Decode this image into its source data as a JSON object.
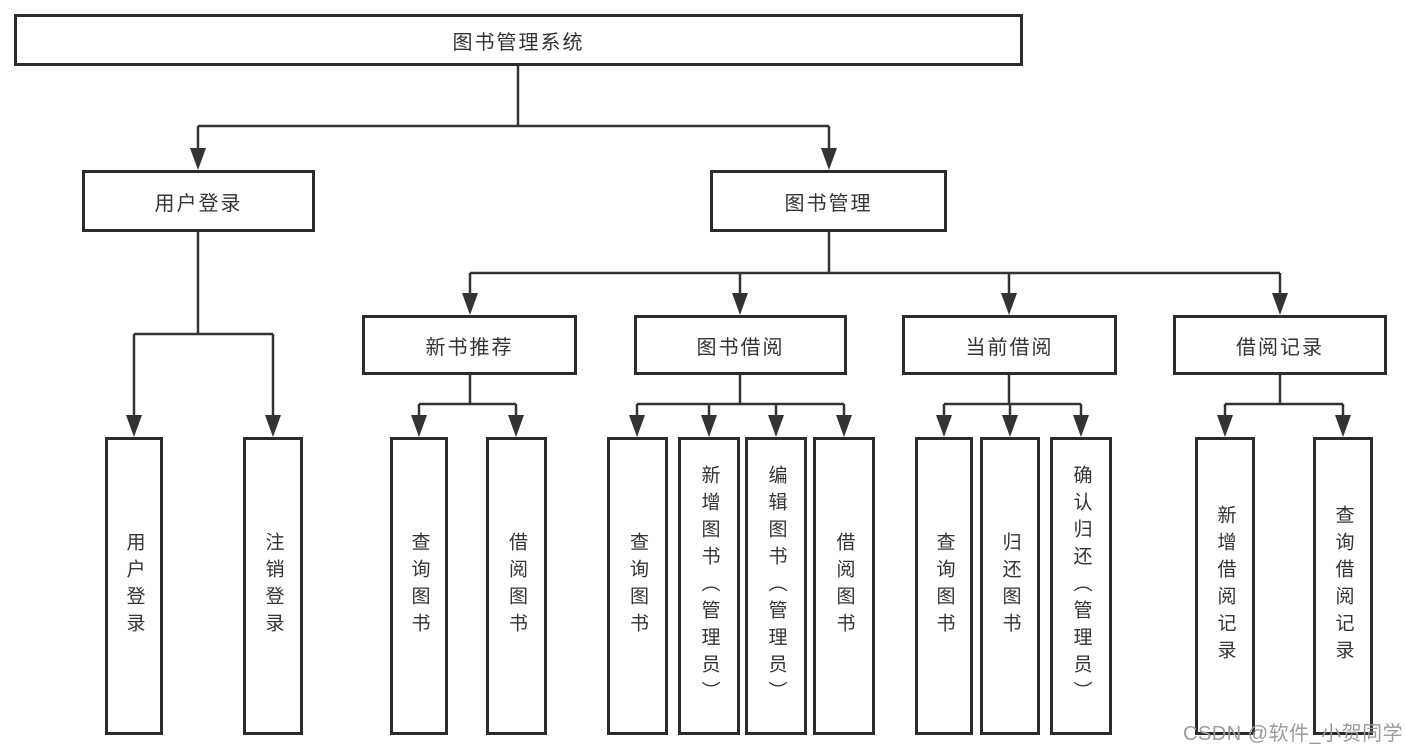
{
  "diagram": {
    "root": {
      "label": "图书管理系统"
    },
    "branches": {
      "user_login": {
        "label": "用户登录"
      },
      "book_mgmt": {
        "label": "图书管理"
      }
    },
    "sections": {
      "new_book_rec": {
        "label": "新书推荐"
      },
      "book_borrow": {
        "label": "图书借阅"
      },
      "current_borrow": {
        "label": "当前借阅"
      },
      "borrow_records": {
        "label": "借阅记录"
      }
    },
    "leaves": {
      "user_login": {
        "label": "用户登录"
      },
      "logout": {
        "label": "注销登录"
      },
      "rec_query_book": {
        "label": "查询图书"
      },
      "rec_borrow_book": {
        "label": "借阅图书"
      },
      "bb_query_book": {
        "label": "查询图书"
      },
      "bb_add_book": {
        "label": "新增图书（管理员）"
      },
      "bb_edit_book": {
        "label": "编辑图书（管理员）"
      },
      "bb_borrow_book": {
        "label": "借阅图书"
      },
      "cb_query_book": {
        "label": "查询图书"
      },
      "cb_return_book": {
        "label": "归还图书"
      },
      "cb_confirm_return": {
        "label": "确认归还（管理员）"
      },
      "br_add_record": {
        "label": "新增借阅记录"
      },
      "br_query_record": {
        "label": "查询借阅记录"
      }
    }
  },
  "watermark": {
    "text": "CSDN @软件_小贺同学"
  },
  "colors": {
    "line": "#333333",
    "box_border": "#2b2b2b",
    "text": "#333333",
    "watermark_text": "#9b9b9b",
    "background": "#ffffff"
  }
}
